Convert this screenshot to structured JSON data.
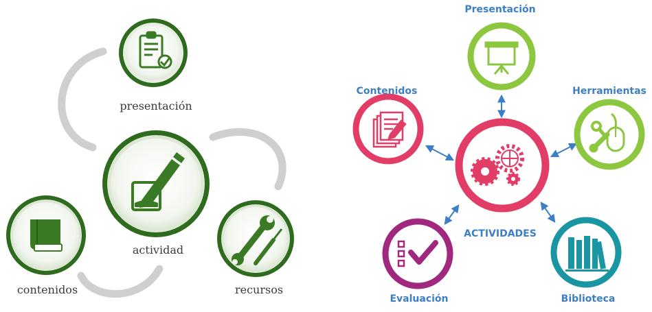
{
  "left_diagram": {
    "center": {
      "label": "actividad",
      "icon": "pencil-checkbox-icon"
    },
    "nodes": [
      {
        "key": "presentacion",
        "label": "presentación",
        "icon": "clipboard-check-icon"
      },
      {
        "key": "contenidos",
        "label": "contenidos",
        "icon": "book-icon"
      },
      {
        "key": "recursos",
        "label": "recursos",
        "icon": "wrench-screwdriver-icon"
      }
    ],
    "colors": {
      "ring": "#2f6b1f",
      "ring_light": "#dce8d4",
      "icon": "#3b7a25",
      "arc": "#cfcfcf"
    }
  },
  "right_diagram": {
    "center": {
      "label": "ACTIVIDADES",
      "icon": "gears-icon",
      "color": "#e23d67"
    },
    "nodes": [
      {
        "key": "presentacion",
        "label": "Presentación",
        "icon": "projector-screen-icon",
        "color": "#8dc63f"
      },
      {
        "key": "contenidos",
        "label": "Contenidos",
        "icon": "documents-icon",
        "color": "#e23d67"
      },
      {
        "key": "herramientas",
        "label": "Herramientas",
        "icon": "mouse-tools-icon",
        "color": "#8dc63f"
      },
      {
        "key": "evaluacion",
        "label": "Evaluación",
        "icon": "checklist-icon",
        "color": "#a0287e"
      },
      {
        "key": "biblioteca",
        "label": "Biblioteca",
        "icon": "books-icon",
        "color": "#1a96a3"
      }
    ],
    "colors": {
      "arrow": "#3d7fc6",
      "label": "#3d7fc6"
    }
  }
}
